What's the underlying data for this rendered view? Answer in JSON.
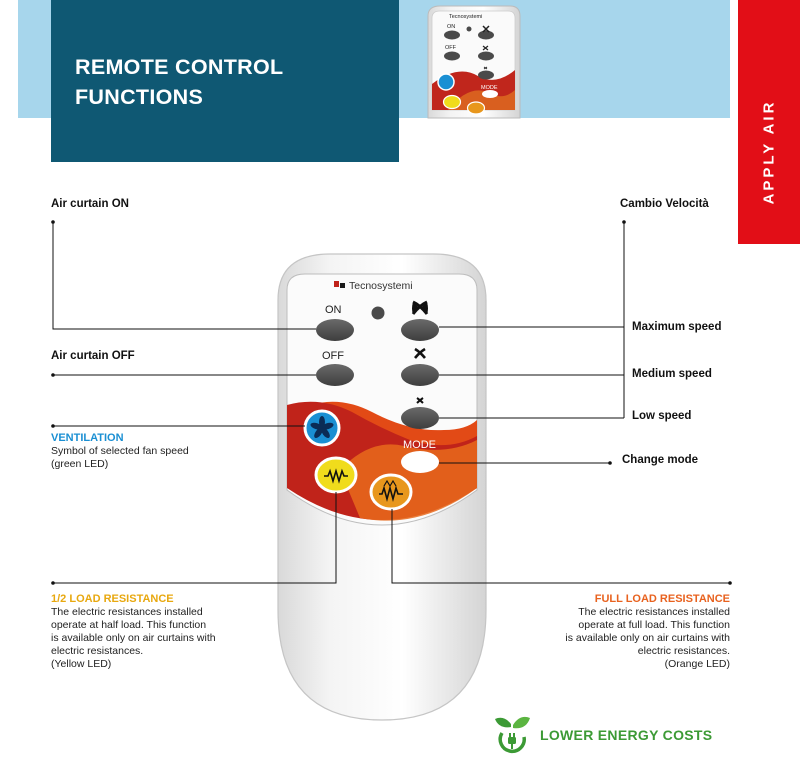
{
  "header": {
    "title": "REMOTE CONTROL\nFUNCTIONS",
    "side_tab": "APPLY AIR"
  },
  "remote": {
    "brand": "Tecnosystemi",
    "on_label": "ON",
    "off_label": "OFF",
    "mode_label": "MODE"
  },
  "callouts": {
    "air_on": "Air curtain ON",
    "air_off": "Air curtain OFF",
    "cambio": "Cambio Velocità",
    "max_speed": "Maximum speed",
    "medium_speed": "Medium speed",
    "low_speed": "Low speed",
    "change_mode": "Change mode",
    "ventilation": {
      "title": "VENTILATION",
      "lines": [
        "Symbol of selected fan speed",
        "(green LED)"
      ]
    },
    "half_load": {
      "title": "1/2 LOAD RESISTANCE",
      "lines": [
        "The electric resistances installed",
        "operate at half load. This function",
        "is available only on air curtains with",
        "electric resistances.",
        "(Yellow LED)"
      ]
    },
    "full_load": {
      "title": "FULL LOAD RESISTANCE",
      "lines": [
        "The electric resistances installed",
        "operate at full load. This function",
        "is available only on air curtains with",
        "electric resistances.",
        "(Orange LED)"
      ]
    }
  },
  "footer": {
    "energy": "LOWER ENERGY COSTS"
  },
  "colors": {
    "title_bg": "#0f5873",
    "band_bg": "#a7d6ec",
    "tab_red": "#e20e17",
    "ventilation_blue": "#1a8fd3",
    "half_load_yellow": "#e8a80f",
    "full_load_orange": "#e8621f",
    "energy_green": "#3c9a35"
  }
}
